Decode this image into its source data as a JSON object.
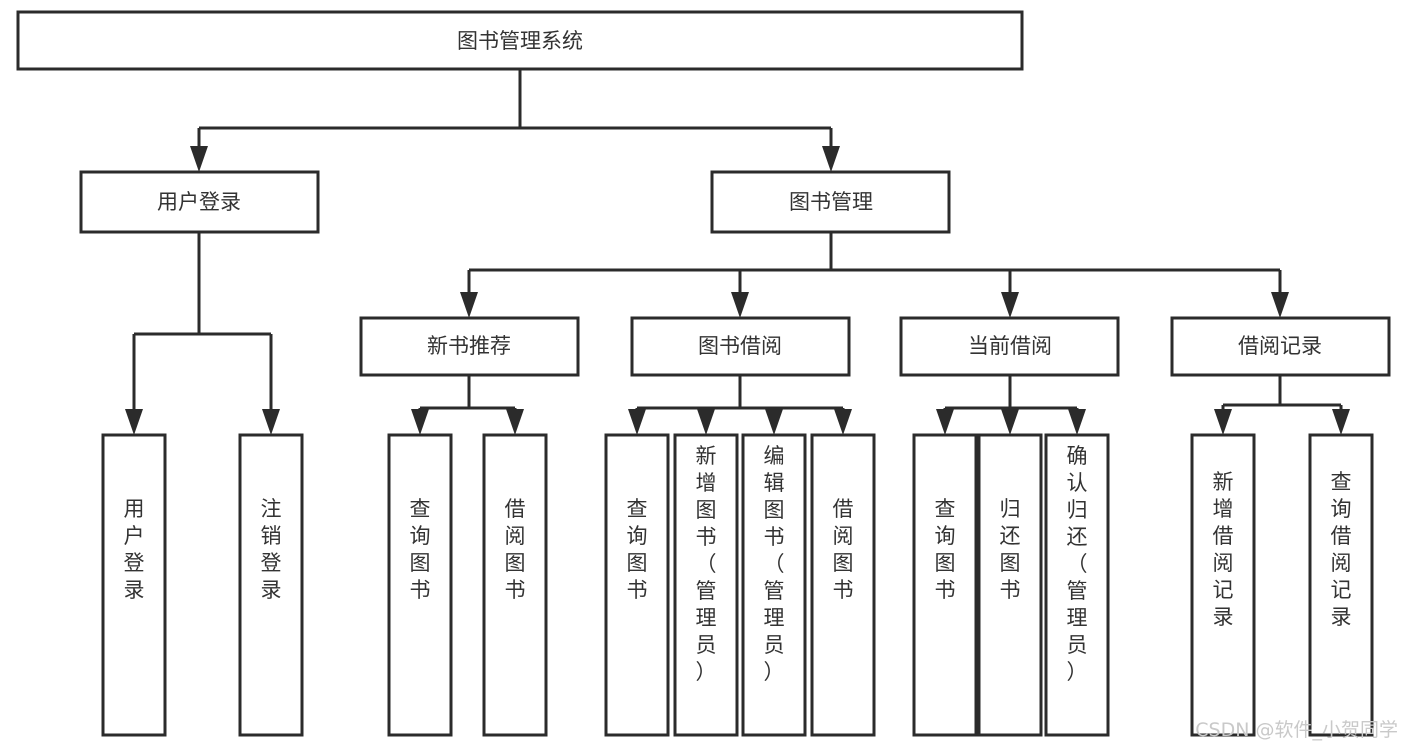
{
  "diagram": {
    "type": "tree-hierarchy-flowchart",
    "title": "图书管理系统",
    "orientation": "top-down",
    "colors": {
      "box_fill": "#ffffff",
      "box_stroke": "#2b2b2b",
      "connector": "#2b2b2b",
      "text": "#333333",
      "background": "#ffffff",
      "watermark": "#c9c9c9"
    },
    "nodes": {
      "root": {
        "label": "图书管理系统",
        "level": 1,
        "orientation": "horizontal"
      },
      "user_login": {
        "label": "用户登录",
        "level": 2,
        "orientation": "horizontal"
      },
      "book_manage": {
        "label": "图书管理",
        "level": 2,
        "orientation": "horizontal"
      },
      "new_book_rec": {
        "label": "新书推荐",
        "level": 3,
        "orientation": "horizontal"
      },
      "book_borrow": {
        "label": "图书借阅",
        "level": 3,
        "orientation": "horizontal"
      },
      "current_borrow": {
        "label": "当前借阅",
        "level": 3,
        "orientation": "horizontal"
      },
      "borrow_record": {
        "label": "借阅记录",
        "level": 3,
        "orientation": "horizontal"
      },
      "leaf_user_login": {
        "label": "用户登录",
        "level": 3,
        "orientation": "vertical"
      },
      "leaf_logout": {
        "label": "注销登录",
        "level": 3,
        "orientation": "vertical"
      },
      "leaf_query_book_1": {
        "label": "查询图书",
        "level": 4,
        "orientation": "vertical"
      },
      "leaf_borrow_book_1": {
        "label": "借阅图书",
        "level": 4,
        "orientation": "vertical"
      },
      "leaf_query_book_2": {
        "label": "查询图书",
        "level": 4,
        "orientation": "vertical"
      },
      "leaf_add_book": {
        "label": "新增图书（管理员）",
        "level": 4,
        "orientation": "vertical"
      },
      "leaf_edit_book": {
        "label": "编辑图书（管理员）",
        "level": 4,
        "orientation": "vertical"
      },
      "leaf_borrow_book_2": {
        "label": "借阅图书",
        "level": 4,
        "orientation": "vertical"
      },
      "leaf_query_book_3": {
        "label": "查询图书",
        "level": 4,
        "orientation": "vertical"
      },
      "leaf_return_book": {
        "label": "归还图书",
        "level": 4,
        "orientation": "vertical"
      },
      "leaf_confirm_return": {
        "label": "确认归还（管理员）",
        "level": 4,
        "orientation": "vertical"
      },
      "leaf_add_record": {
        "label": "新增借阅记录",
        "level": 4,
        "orientation": "vertical"
      },
      "leaf_query_record": {
        "label": "查询借阅记录",
        "level": 4,
        "orientation": "vertical"
      }
    },
    "edges": [
      {
        "from": "root",
        "to": "user_login"
      },
      {
        "from": "root",
        "to": "book_manage"
      },
      {
        "from": "user_login",
        "to": "leaf_user_login"
      },
      {
        "from": "user_login",
        "to": "leaf_logout"
      },
      {
        "from": "book_manage",
        "to": "new_book_rec"
      },
      {
        "from": "book_manage",
        "to": "book_borrow"
      },
      {
        "from": "book_manage",
        "to": "current_borrow"
      },
      {
        "from": "book_manage",
        "to": "borrow_record"
      },
      {
        "from": "new_book_rec",
        "to": "leaf_query_book_1"
      },
      {
        "from": "new_book_rec",
        "to": "leaf_borrow_book_1"
      },
      {
        "from": "book_borrow",
        "to": "leaf_query_book_2"
      },
      {
        "from": "book_borrow",
        "to": "leaf_add_book"
      },
      {
        "from": "book_borrow",
        "to": "leaf_edit_book"
      },
      {
        "from": "book_borrow",
        "to": "leaf_borrow_book_2"
      },
      {
        "from": "current_borrow",
        "to": "leaf_query_book_3"
      },
      {
        "from": "current_borrow",
        "to": "leaf_return_book"
      },
      {
        "from": "current_borrow",
        "to": "leaf_confirm_return"
      },
      {
        "from": "borrow_record",
        "to": "leaf_add_record"
      },
      {
        "from": "borrow_record",
        "to": "leaf_query_record"
      }
    ]
  },
  "watermark": {
    "text": "CSDN @软件_小贺同学"
  }
}
